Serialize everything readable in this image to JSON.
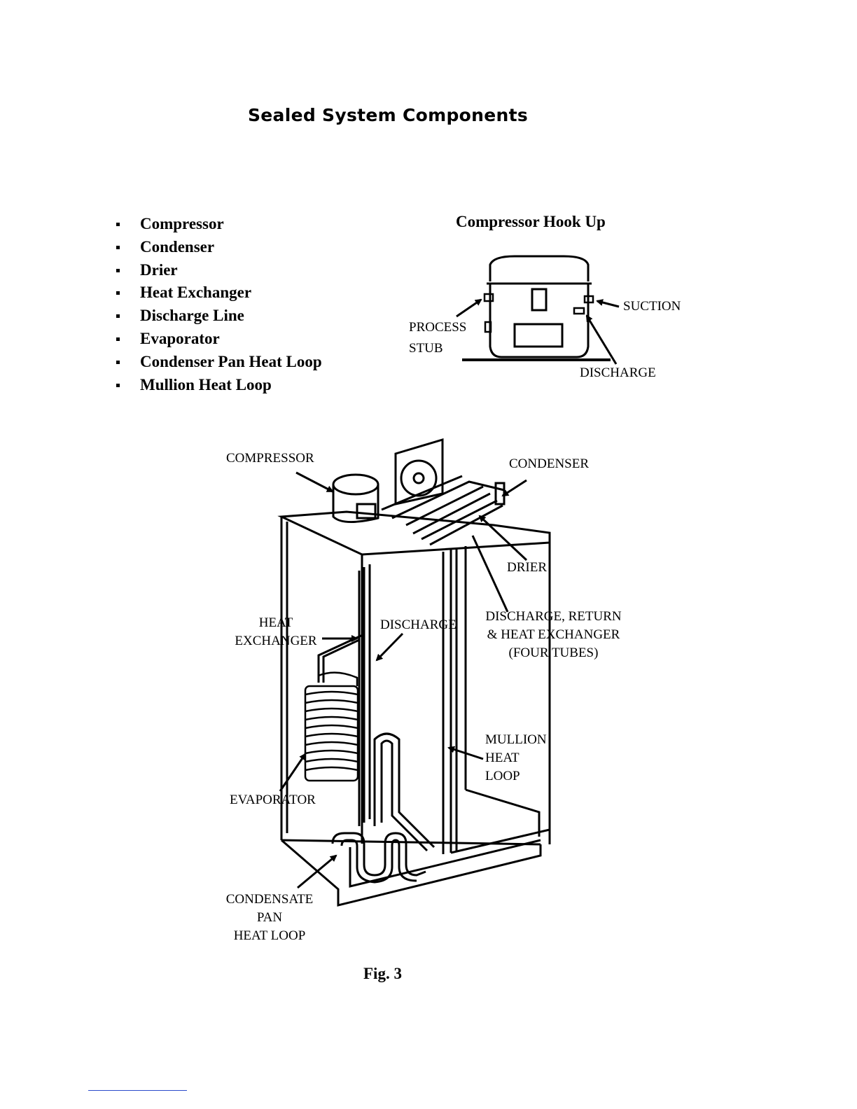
{
  "title": "Sealed System Components",
  "components": [
    "Compressor",
    "Condenser",
    "Drier",
    "Heat Exchanger",
    "Discharge Line",
    "Evaporator",
    "Condenser Pan Heat Loop",
    "Mullion Heat Loop"
  ],
  "hookup": {
    "title": "Compressor Hook Up",
    "process_stub_line1": "PROCESS",
    "process_stub_line2": "STUB",
    "suction": "SUCTION",
    "discharge": "DISCHARGE"
  },
  "figure": {
    "compressor": "COMPRESSOR",
    "condenser": "CONDENSER",
    "drier": "DRIER",
    "heat_exchanger_line1": "HEAT",
    "heat_exchanger_line2": "EXCHANGER",
    "discharge": "DISCHARGE",
    "four_tubes_line1": "DISCHARGE, RETURN",
    "four_tubes_line2": "& HEAT EXCHANGER",
    "four_tubes_line3": "(FOUR TUBES)",
    "mullion_line1": "MULLION",
    "mullion_line2": "HEAT",
    "mullion_line3": "LOOP",
    "evaporator": "EVAPORATOR",
    "condensate_line1": "CONDENSATE",
    "condensate_line2": "PAN",
    "condensate_line3": "HEAT LOOP",
    "caption": "Fig. 3"
  }
}
